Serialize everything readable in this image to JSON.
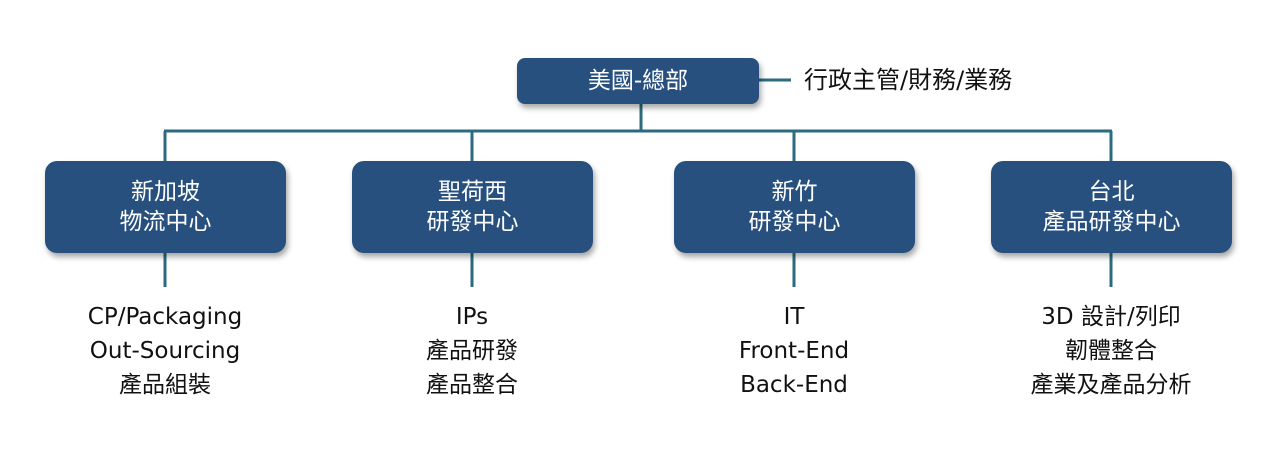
{
  "colors": {
    "box_fill": "#27507f",
    "connector": "#2a6b80",
    "box_text": "#ffffff",
    "body_text": "#111111"
  },
  "root": {
    "label": "美國-總部",
    "side_note": "行政主管/財務/業務"
  },
  "centers": [
    {
      "line1": "新加坡",
      "line2": "物流中心",
      "details": [
        "CP/Packaging",
        "Out-Sourcing",
        "產品組裝"
      ]
    },
    {
      "line1": "聖荷西",
      "line2": "研發中心",
      "details": [
        "IPs",
        "產品研發",
        "產品整合"
      ]
    },
    {
      "line1": "新竹",
      "line2": "研發中心",
      "details": [
        "IT",
        "Front-End",
        "Back-End"
      ]
    },
    {
      "line1": "台北",
      "line2": "產品研發中心",
      "details": [
        "3D 設計/列印",
        "韌體整合",
        "產業及產品分析"
      ]
    }
  ]
}
